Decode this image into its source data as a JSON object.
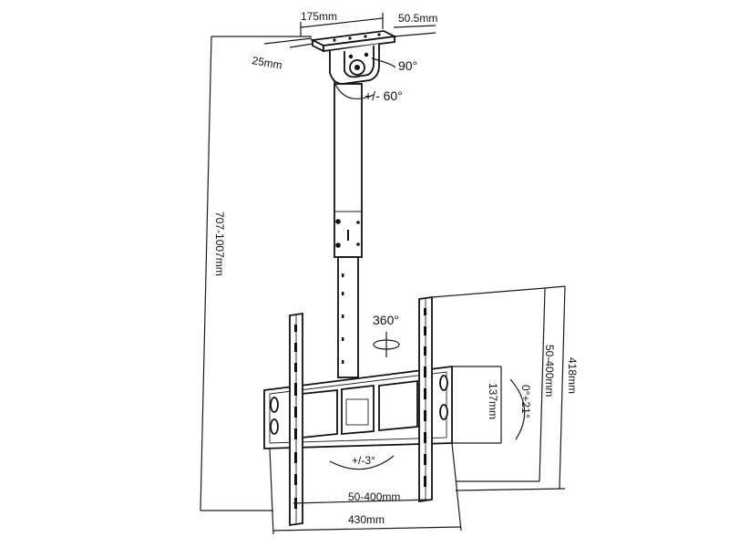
{
  "labels": {
    "bracket_width": "175mm",
    "bracket_depth": "50.5mm",
    "bracket_side": "25mm",
    "swivel_top": "90°",
    "tilt_top": "+/- 60°",
    "height_range": "707-1007mm",
    "rotation": "360°",
    "vesa_vertical": "50-400mm",
    "overall_height": "418mm",
    "plate_height": "137mm",
    "tilt_range": "0°+21°",
    "level_adjust": "+/-3°",
    "vesa_horizontal": "50-400mm",
    "overall_width": "430mm"
  }
}
